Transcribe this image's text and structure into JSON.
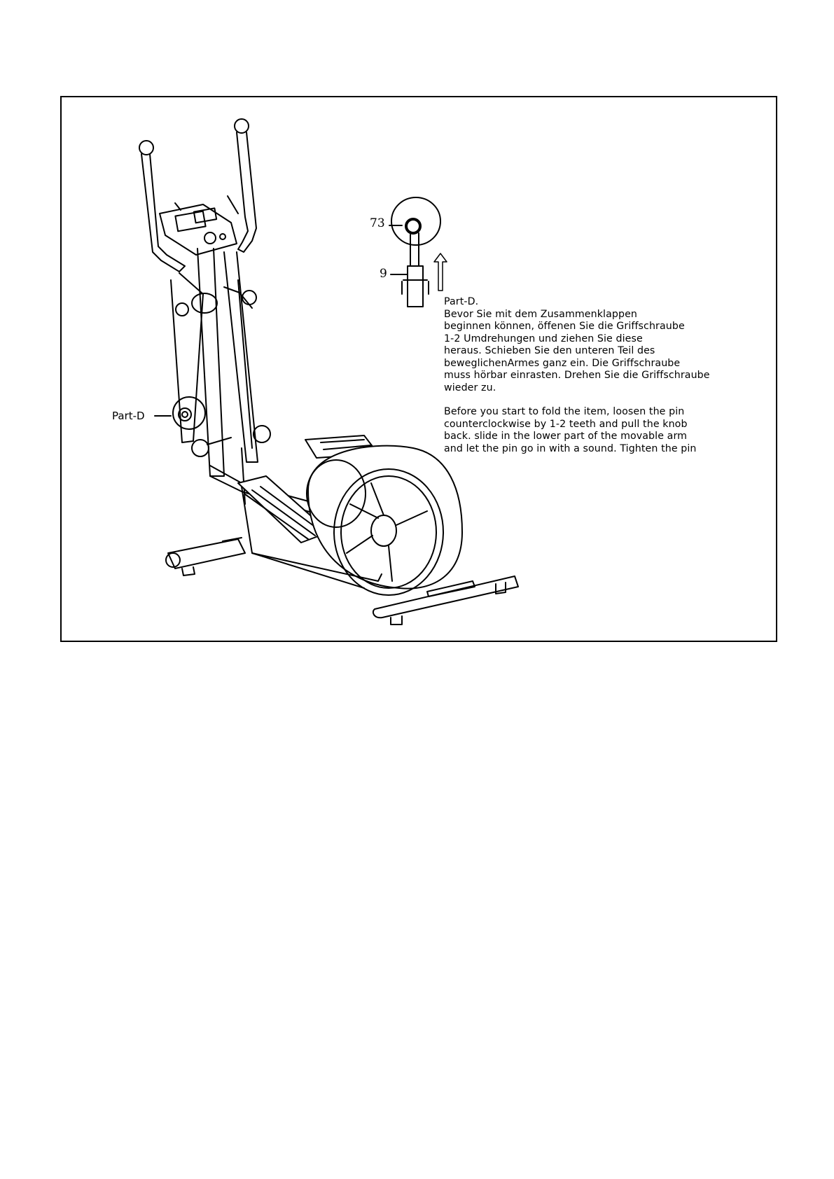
{
  "figure": {
    "callouts": {
      "part_label": "Part-D",
      "part_73": "73",
      "part_9": "9"
    }
  },
  "instructions": {
    "heading": "Part-D.",
    "german_lines": [
      "Bevor Sie mit dem Zusammenklappen",
      "beginnen können, öffenen Sie die Griffschraube",
      "1-2 Umdrehungen und ziehen Sie diese",
      "heraus. Schieben Sie den unteren Teil des",
      "beweglichenArmes ganz ein. Die Griffschraube",
      "muss hörbar einrasten. Drehen Sie die Griffschraube",
      "wieder zu."
    ],
    "english_lines": [
      "Before you start to fold the item, loosen the pin",
      "counterclockwise by 1-2 teeth and pull the knob",
      "back. slide in the lower part of the movable arm",
      "and let the pin go in with a sound. Tighten the pin"
    ]
  },
  "colors": {
    "ink": "#000000",
    "paper": "#ffffff"
  }
}
